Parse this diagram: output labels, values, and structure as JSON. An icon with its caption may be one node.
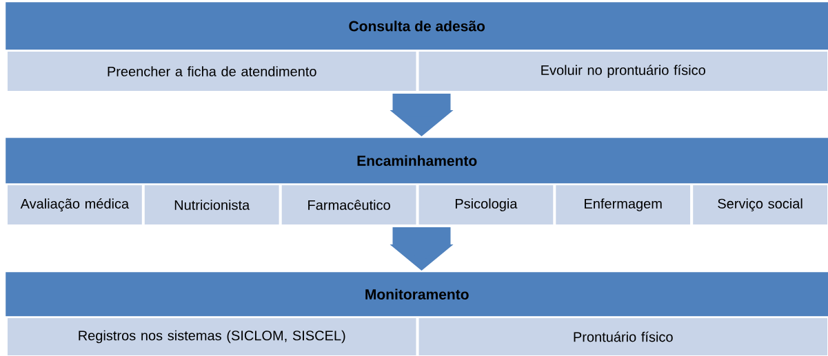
{
  "diagram": {
    "nodes": [
      {
        "text": [
          "Consulta de adesão"
        ]
      },
      {
        "text": [
          "Preencher a ficha de atendimento"
        ]
      },
      {
        "text": [
          "Evoluir no prontuário físico"
        ]
      },
      {
        "text": [
          "Encaminhamento"
        ]
      },
      {
        "text": [
          "Avaliação médica"
        ]
      },
      {
        "text": [
          "Nutricionista"
        ]
      },
      {
        "text": [
          "Farmacêutico"
        ]
      },
      {
        "text": [
          "Psicologia"
        ]
      },
      {
        "text": [
          "Enfermagem"
        ]
      },
      {
        "text": [
          "Serviço social"
        ]
      },
      {
        "text": [
          "Monitoramento"
        ]
      },
      {
        "text": [
          "Registros nos sistemas (SICLOM, SISCEL)"
        ]
      },
      {
        "text": [
          "Prontuário físico"
        ]
      }
    ],
    "edges": [
      {
        "from": 2,
        "to": 3,
        "arrow": "to"
      },
      {
        "from": 7,
        "to": 10,
        "arrow": "to"
      }
    ]
  }
}
